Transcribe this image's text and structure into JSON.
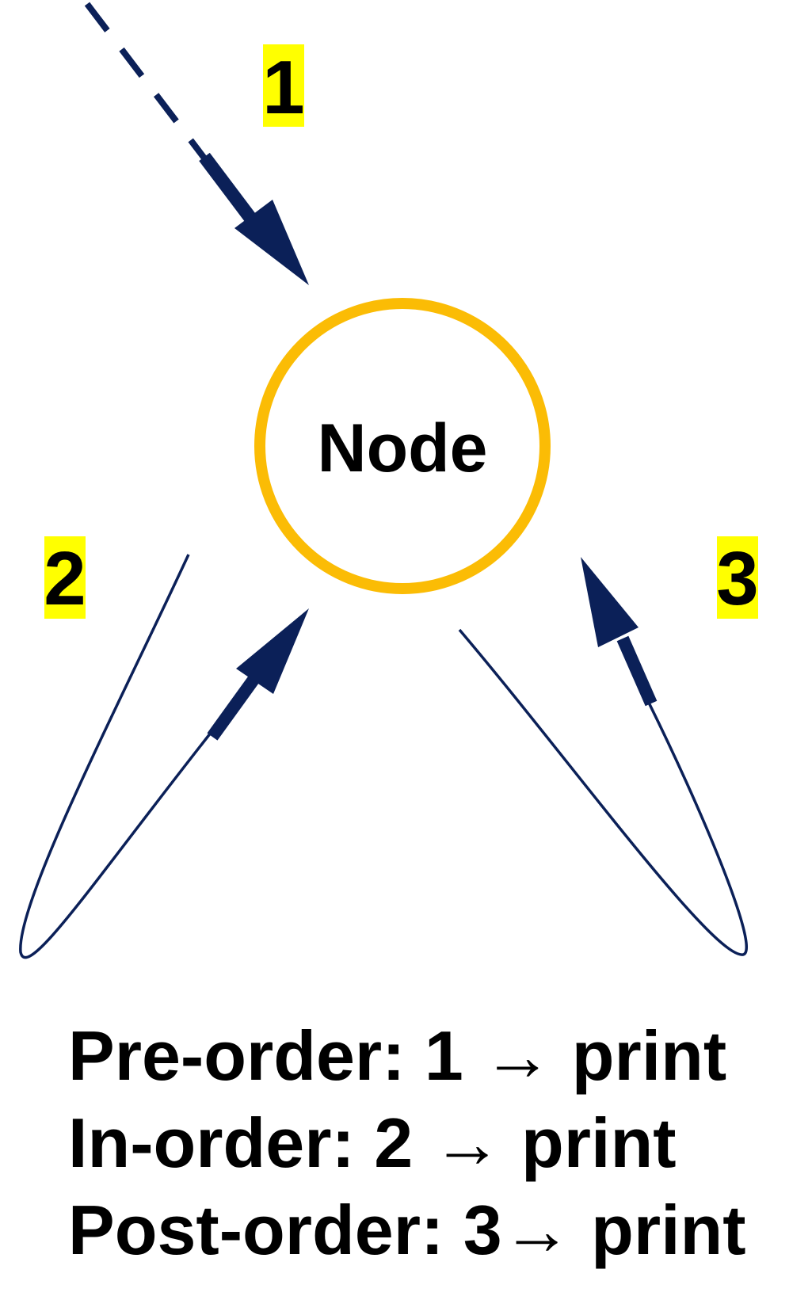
{
  "colors": {
    "navy": "#0b2058",
    "node_outline": "#fbbc05",
    "highlight": "#ffff00",
    "text": "#000000"
  },
  "node": {
    "label": "Node"
  },
  "steps": [
    {
      "label": "1"
    },
    {
      "label": "2"
    },
    {
      "label": "3"
    }
  ],
  "captions": [
    {
      "text": "Pre-order: 1 → print"
    },
    {
      "text": "In-order: 2 → print"
    },
    {
      "text": "Post-order: 3→ print"
    }
  ]
}
